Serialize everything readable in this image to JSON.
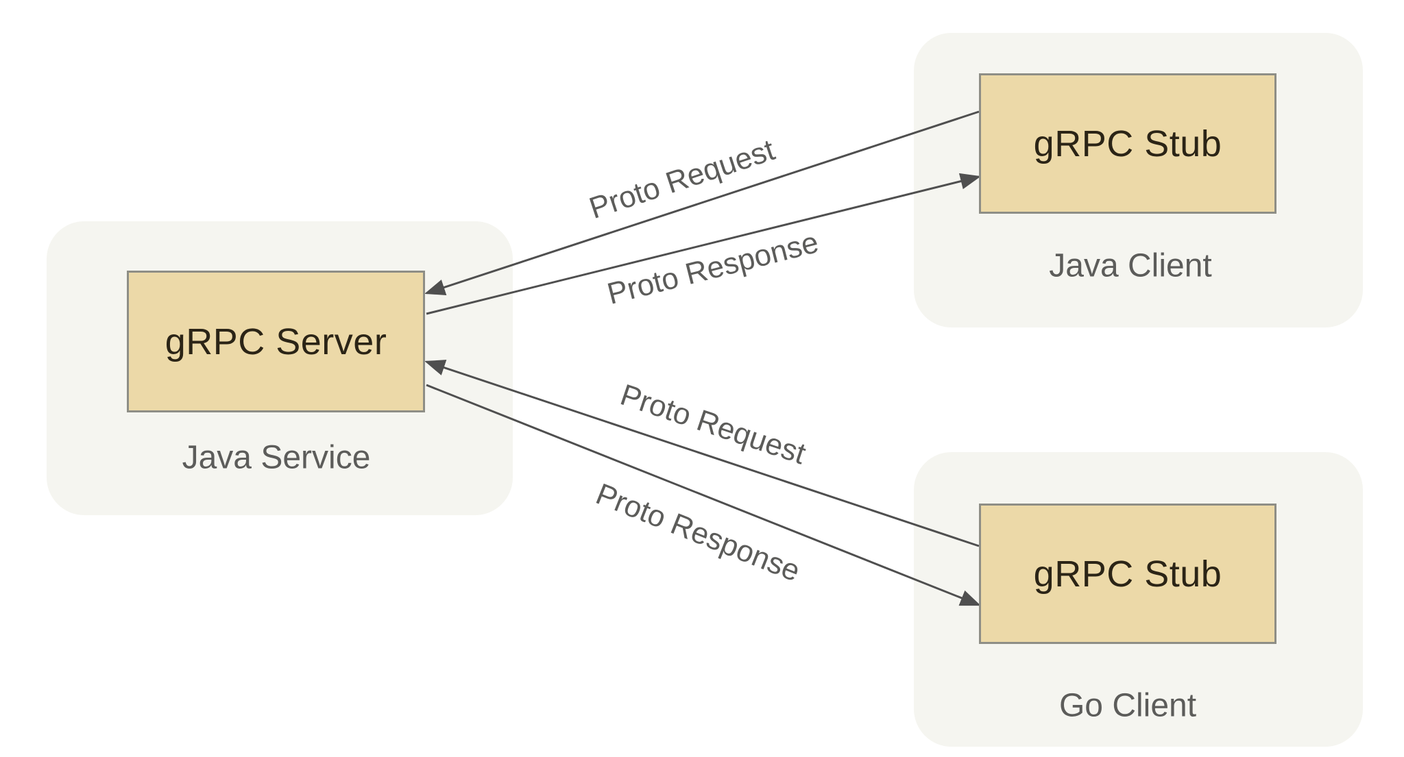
{
  "diagram": {
    "server_group": {
      "node": "gRPC Server",
      "label": "Java Service"
    },
    "java_client_group": {
      "node": "gRPC Stub",
      "label": "Java Client"
    },
    "go_client_group": {
      "node": "gRPC Stub",
      "label": "Go Client"
    },
    "arrows": {
      "java_request": "Proto Request",
      "java_response": "Proto Response",
      "go_request": "Proto Request",
      "go_response": "Proto Response"
    },
    "colors": {
      "background": "#ffffff",
      "container_fill": "#f5f5f0",
      "node_fill": "#ecd9a8",
      "node_border": "#8e8e86",
      "node_text": "#2b2416",
      "label_text": "#5c5c5a",
      "arrow": "#4f4f4f"
    }
  }
}
